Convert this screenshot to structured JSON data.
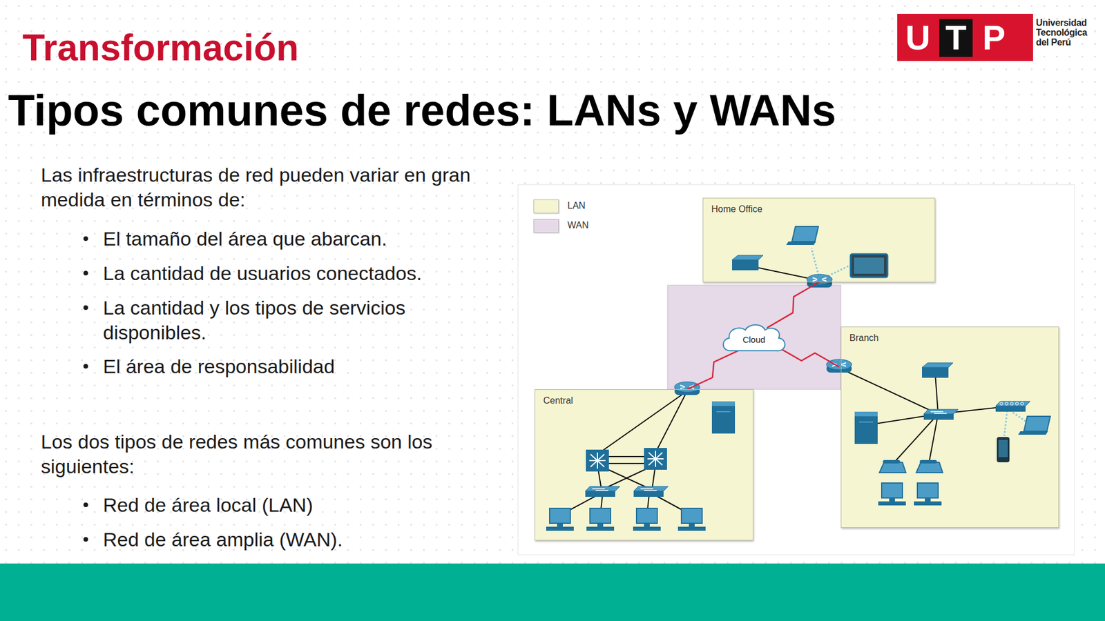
{
  "diagram": {
    "title": "Tipos comunes de redes: LANs y WANs",
    "nodes": [
      {
        "text": [
          "Home Office"
        ]
      },
      {
        "text": [
          "Cloud"
        ]
      },
      {
        "text": [
          "Branch"
        ]
      },
      {
        "text": [
          "Central"
        ]
      }
    ],
    "edges": [
      {
        "from": 1,
        "to": 0,
        "arrow": "none"
      },
      {
        "from": 1,
        "to": 2,
        "arrow": "none"
      },
      {
        "from": 1,
        "to": 3,
        "arrow": "none"
      }
    ],
    "labels": [
      "Transformación",
      "U",
      "T",
      "P",
      "Universidad Tecnológica del Perú",
      "Las infraestructuras de red pueden variar en gran medida en términos de:",
      "El tamaño del área que abarcan.",
      "La cantidad de usuarios conectados.",
      "La cantidad y los tipos de servicios disponibles.",
      "El área de responsabilidad",
      "Los dos tipos de redes más comunes son los siguientes:",
      "Red de área local (LAN)",
      "Red de área amplia (WAN)."
    ],
    "legend": [
      {
        "text": "LAN",
        "color": "#f6f5d2"
      },
      {
        "text": "WAN",
        "color": "#e6d9e8"
      }
    ]
  }
}
